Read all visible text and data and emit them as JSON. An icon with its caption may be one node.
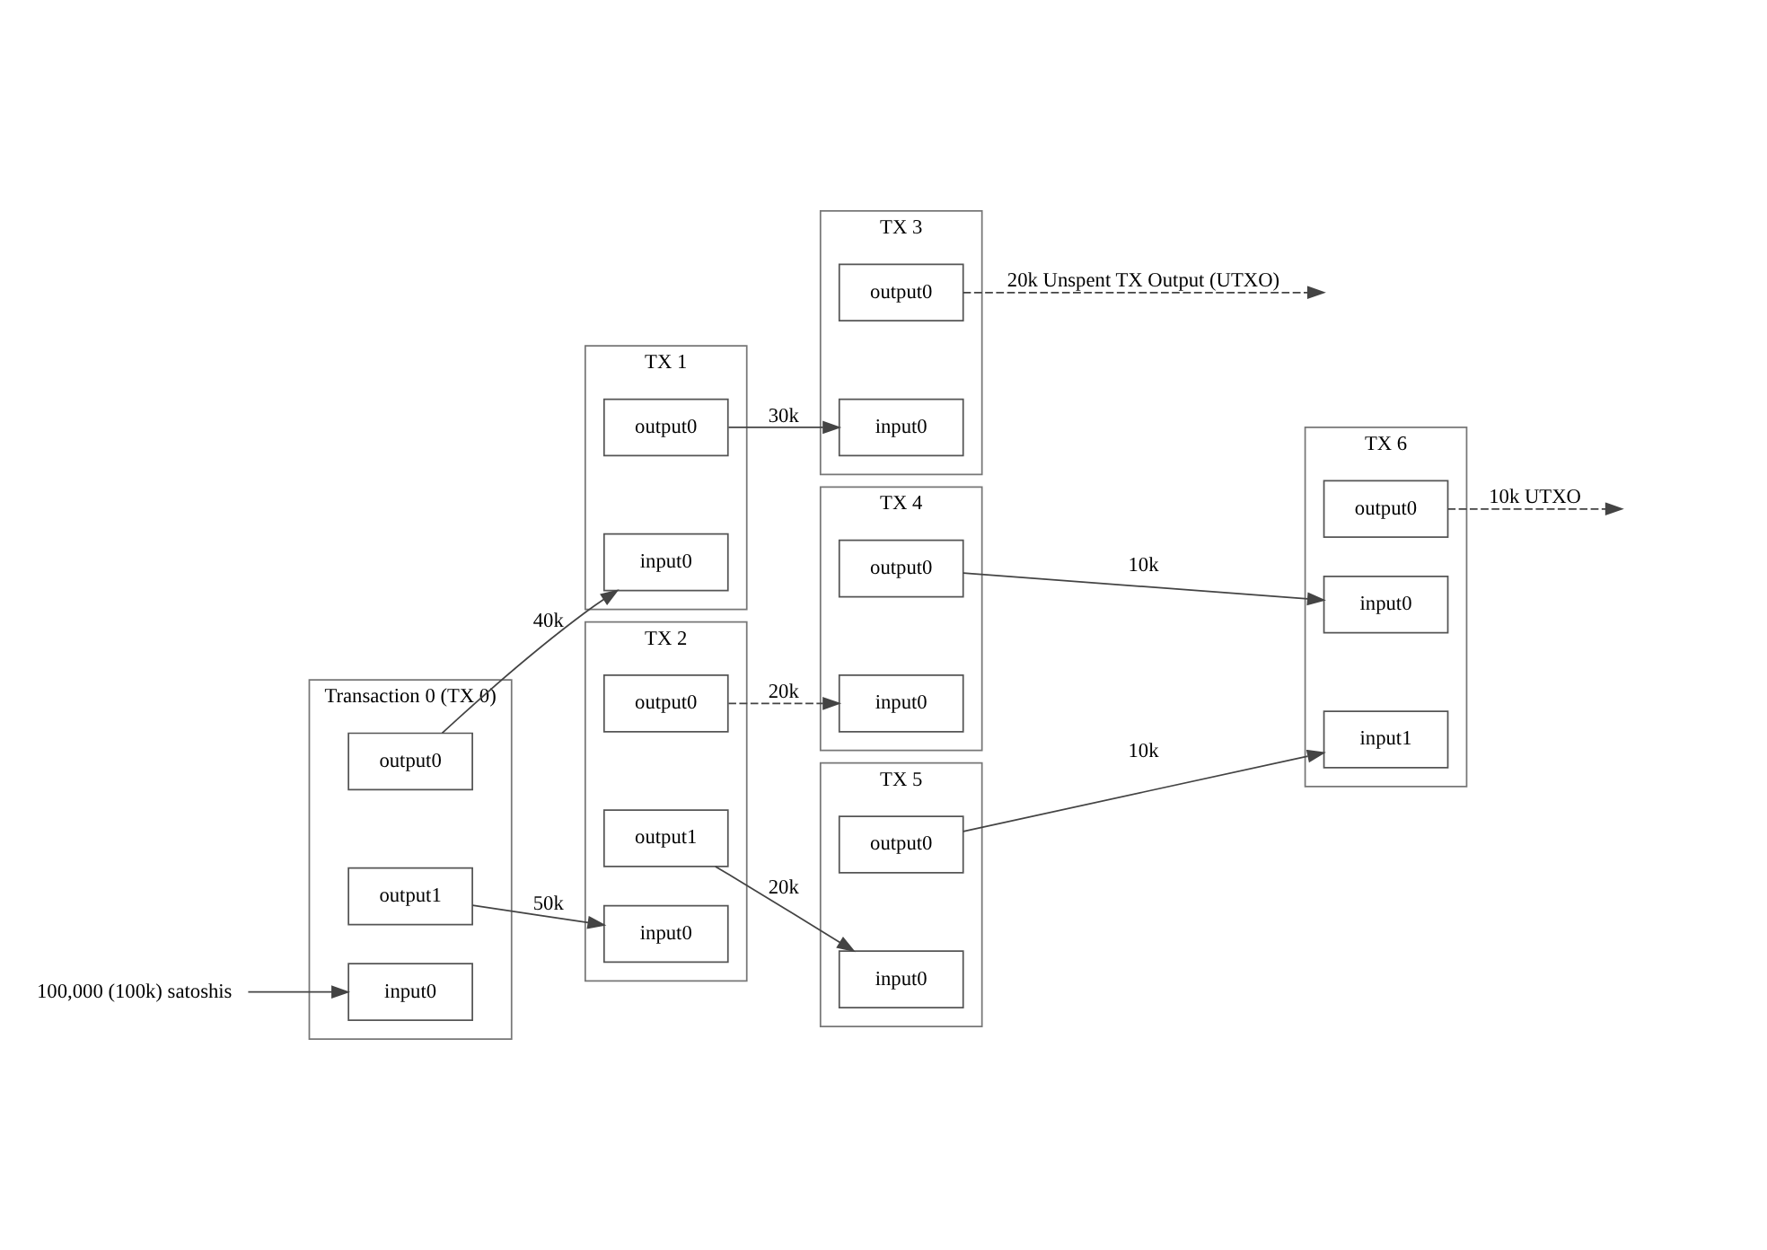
{
  "diagram": {
    "nodes": [
      {
        "text": [
          "100,000 (100k) satoshis"
        ]
      },
      {
        "text": [
          "Transaction 0 (TX 0)"
        ]
      },
      {
        "text": [
          "input0"
        ],
        "in": 1
      },
      {
        "text": [
          "output0"
        ],
        "in": 1
      },
      {
        "text": [
          "output1"
        ],
        "in": 1
      },
      {
        "text": [
          "TX 1"
        ]
      },
      {
        "text": [
          "input0"
        ],
        "in": 5
      },
      {
        "text": [
          "output0"
        ],
        "in": 5
      },
      {
        "text": [
          "TX 2"
        ]
      },
      {
        "text": [
          "input0"
        ],
        "in": 8
      },
      {
        "text": [
          "output0"
        ],
        "in": 8
      },
      {
        "text": [
          "output1"
        ],
        "in": 8
      },
      {
        "text": [
          "TX 3"
        ]
      },
      {
        "text": [
          "input0"
        ],
        "in": 12
      },
      {
        "text": [
          "output0"
        ],
        "in": 12
      },
      {
        "text": [
          "TX 4"
        ]
      },
      {
        "text": [
          "input0"
        ],
        "in": 15
      },
      {
        "text": [
          "output0"
        ],
        "in": 15
      },
      {
        "text": [
          "TX 5"
        ]
      },
      {
        "text": [
          "input0"
        ],
        "in": 18
      },
      {
        "text": [
          "output0"
        ],
        "in": 18
      },
      {
        "text": [
          "TX 6"
        ]
      },
      {
        "text": [
          "input0"
        ],
        "in": 21
      },
      {
        "text": [
          "input1"
        ],
        "in": 21
      },
      {
        "text": [
          "output0"
        ],
        "in": 21
      }
    ],
    "edges": [
      {
        "from": 0,
        "to": 2,
        "arrow": "to"
      },
      {
        "from": 3,
        "to": 6,
        "arrow": "to",
        "label": "40k"
      },
      {
        "from": 4,
        "to": 9,
        "arrow": "to",
        "label": "50k"
      },
      {
        "from": 7,
        "to": 13,
        "arrow": "to",
        "label": "30k"
      },
      {
        "from": 14,
        "to": null,
        "arrow": "to",
        "label": "20k Unspent TX Output (UTXO)",
        "style": "dashed"
      },
      {
        "from": 10,
        "to": 16,
        "arrow": "to",
        "label": "20k",
        "style": "dashed"
      },
      {
        "from": 11,
        "to": 19,
        "arrow": "to",
        "label": "20k"
      },
      {
        "from": 17,
        "to": 22,
        "arrow": "to",
        "label": "10k"
      },
      {
        "from": 20,
        "to": 23,
        "arrow": "to",
        "label": "10k"
      },
      {
        "from": 24,
        "to": null,
        "arrow": "to",
        "label": "10k UTXO",
        "style": "dashed"
      }
    ]
  }
}
